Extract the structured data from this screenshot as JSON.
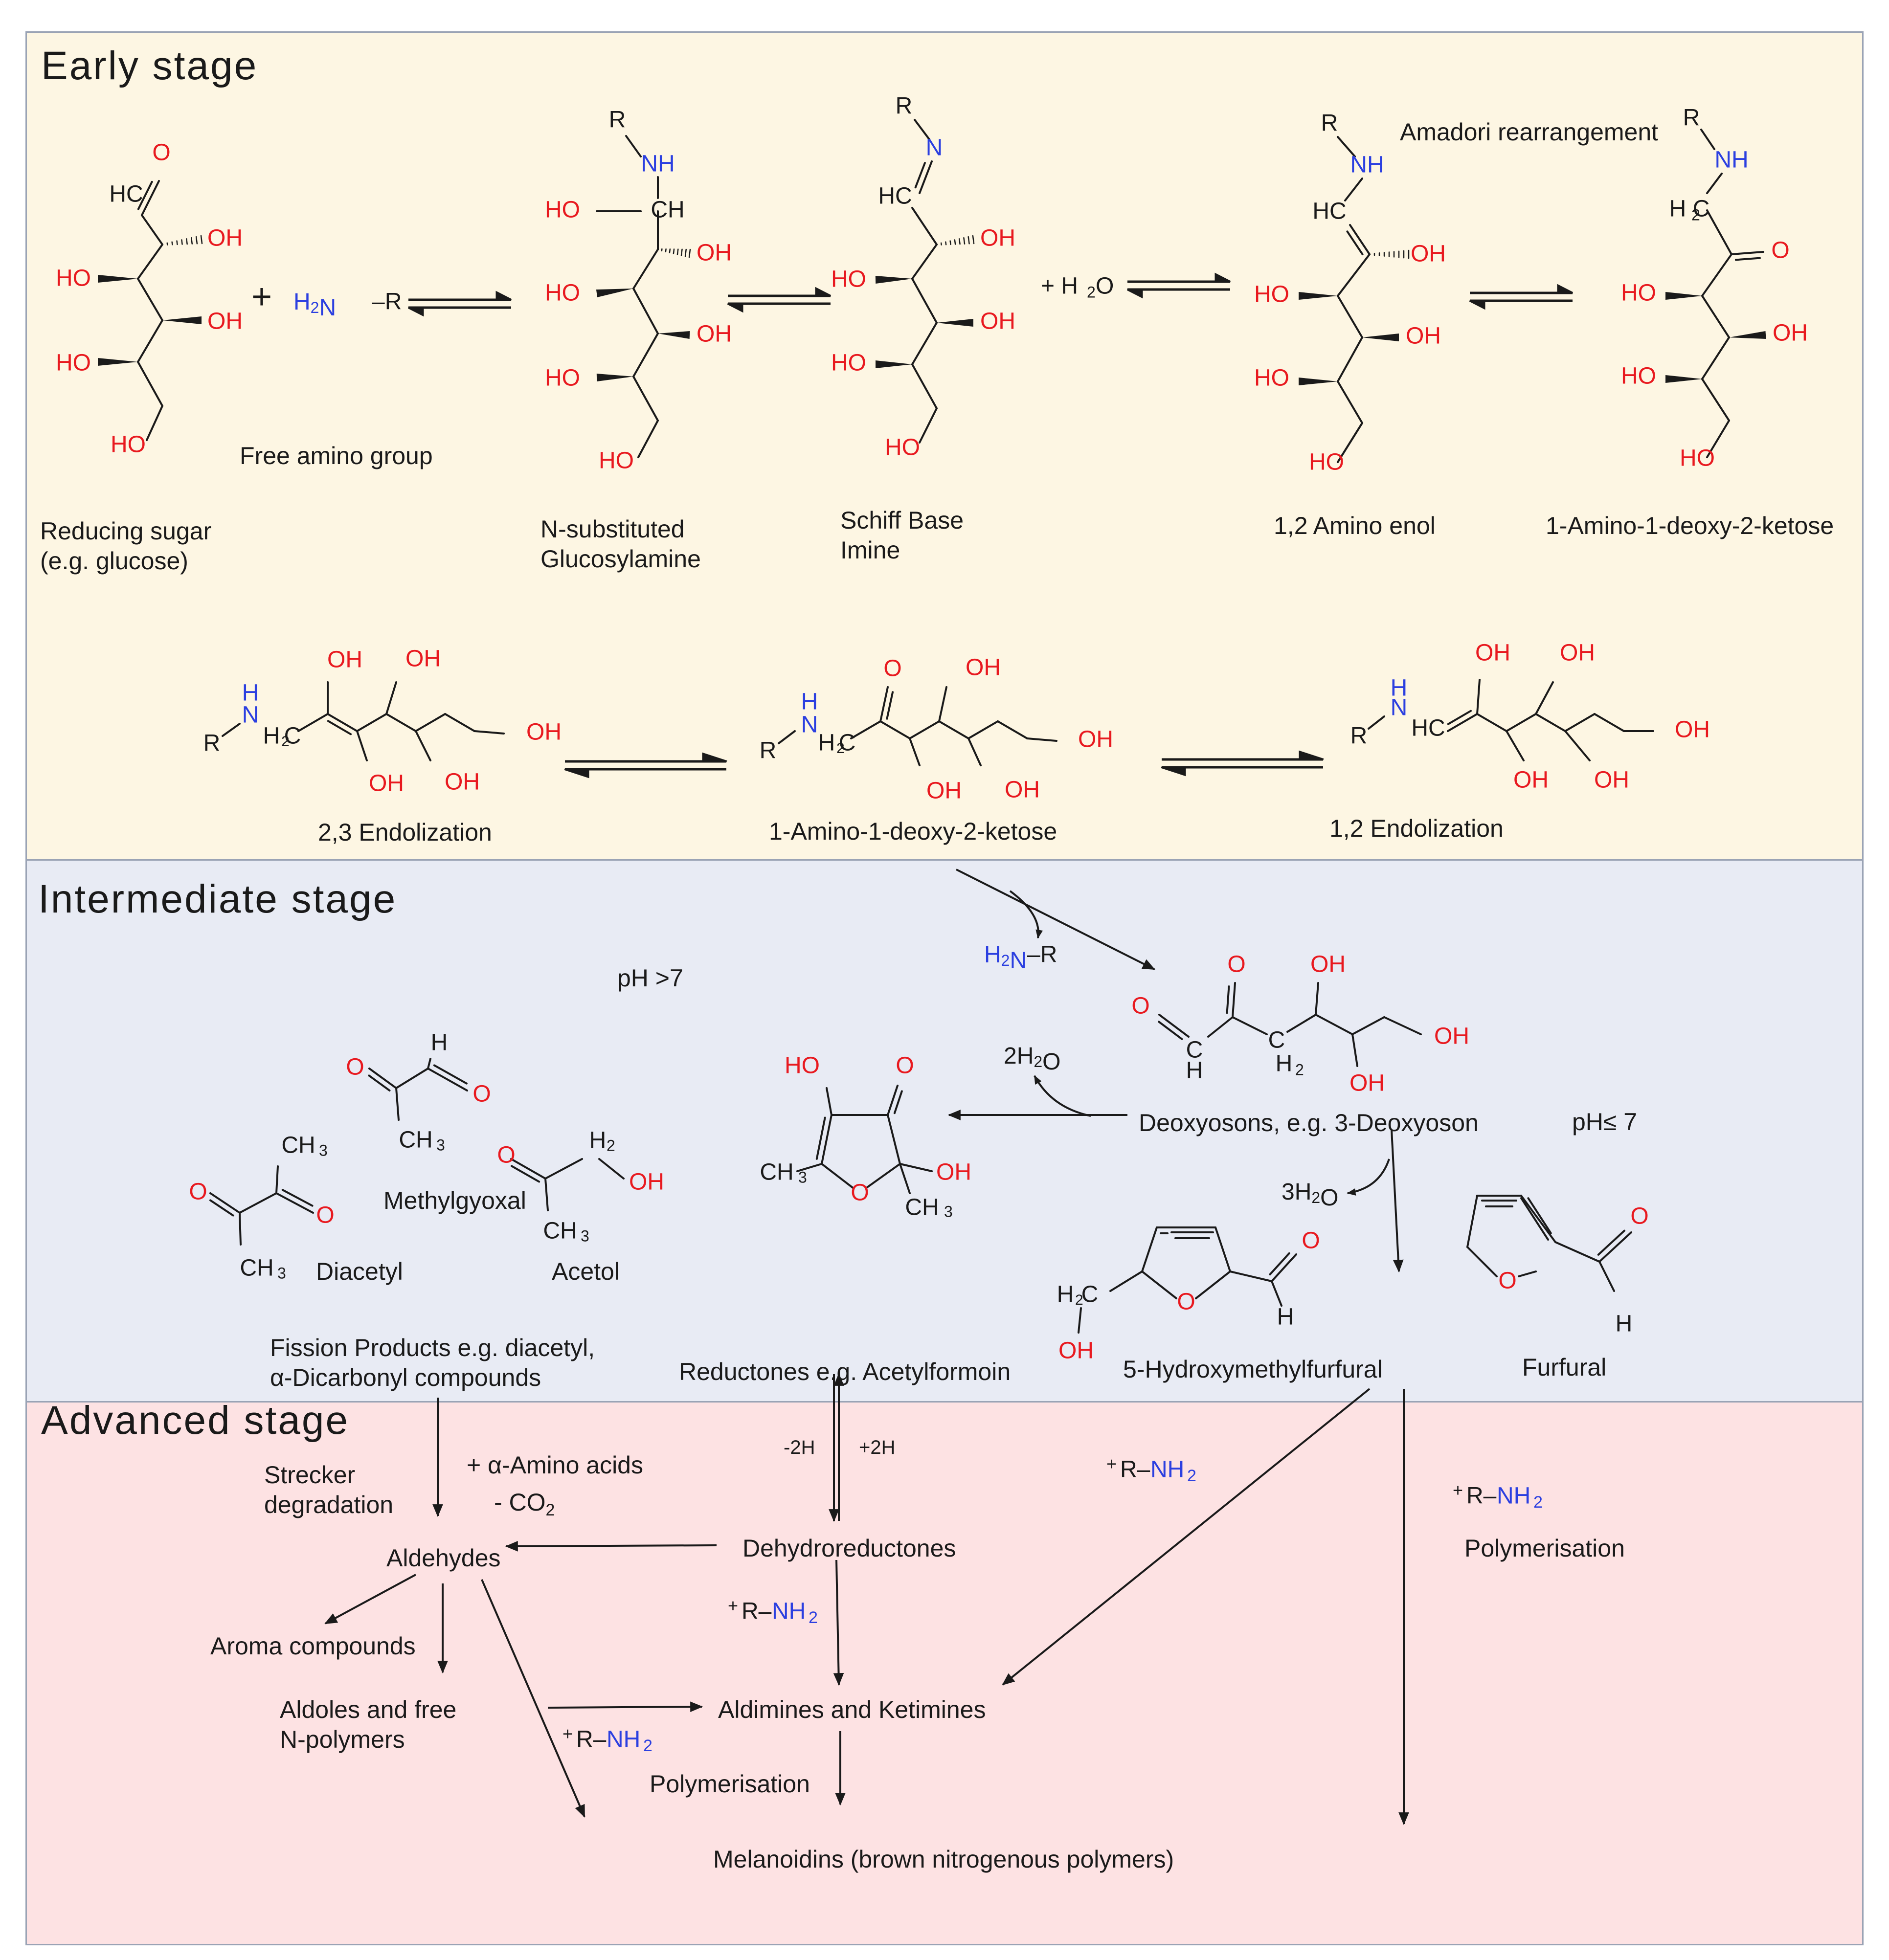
{
  "stages": {
    "early": "Early  stage",
    "intermediate": "Intermediate  stage",
    "advanced": "Advanced  stage"
  },
  "labels": {
    "reducing_sugar": "Reducing sugar\n(e.g. glucose)",
    "free_amino": "Free amino group",
    "glucosylamine": "N-substituted\nGlucosylamine",
    "schiff": "Schiff Base\nImine",
    "amino_enol": "1,2 Amino enol",
    "amadori_label": "Amadori rearrangement",
    "ketose_top": "1-Amino-1-deoxy-2-ketose",
    "endol_23": "2,3 Endolization",
    "ketose_mid": "1-Amino-1-deoxy-2-ketose",
    "endol_12": "1,2 Endolization",
    "ph_high": "pH >7",
    "ph_low": "pH≤ 7",
    "deoxyosons": "Deoxyosons, e.g. 3-Deoxyoson",
    "methylglyoxal": "Methylgyoxal",
    "diacetyl": "Diacetyl",
    "acetol": "Acetol",
    "fission": "Fission Products e.g. diacetyl,\nα-Dicarbonyl compounds",
    "reductones": "Reductones e.g. Acetylformoin",
    "hmf": "5-Hydroxymethylfurfural",
    "furfural": "Furfural",
    "strecker": "Strecker\ndegradation",
    "amino_acids": "+ α-Amino acids",
    "co2": "- CO",
    "aldehydes": "Aldehydes",
    "dehydroreductones": "Dehydroreductones",
    "minus2h": "-2H",
    "plus2h": "+2H",
    "aroma": "Aroma compounds",
    "aldoles": "Aldoles and free\nN-polymers",
    "aldimines": "Aldimines and Ketimines",
    "polymerisation_mid": "Polymerisation",
    "polymerisation_right": "Polymerisation",
    "melanoidins": "Melanoidins (brown nitrogenous polymers)"
  },
  "reagents": {
    "rnh2_prefix": "+",
    "r": "R–",
    "nh": "NH",
    "two": "2",
    "h2n": "H₂N",
    "dash_r": "–R",
    "plus_h2o": "+ H₂O",
    "two_h2o": "2H₂O",
    "three_h2o": "3H₂O"
  },
  "colors": {
    "early_bg": "#fdf6e3",
    "intermediate_bg": "#e8ebf4",
    "advanced_bg": "#fde2e3",
    "oxygen": "#e8191f",
    "nitrogen": "#2b3fe0",
    "bond": "#1a1a1a"
  }
}
